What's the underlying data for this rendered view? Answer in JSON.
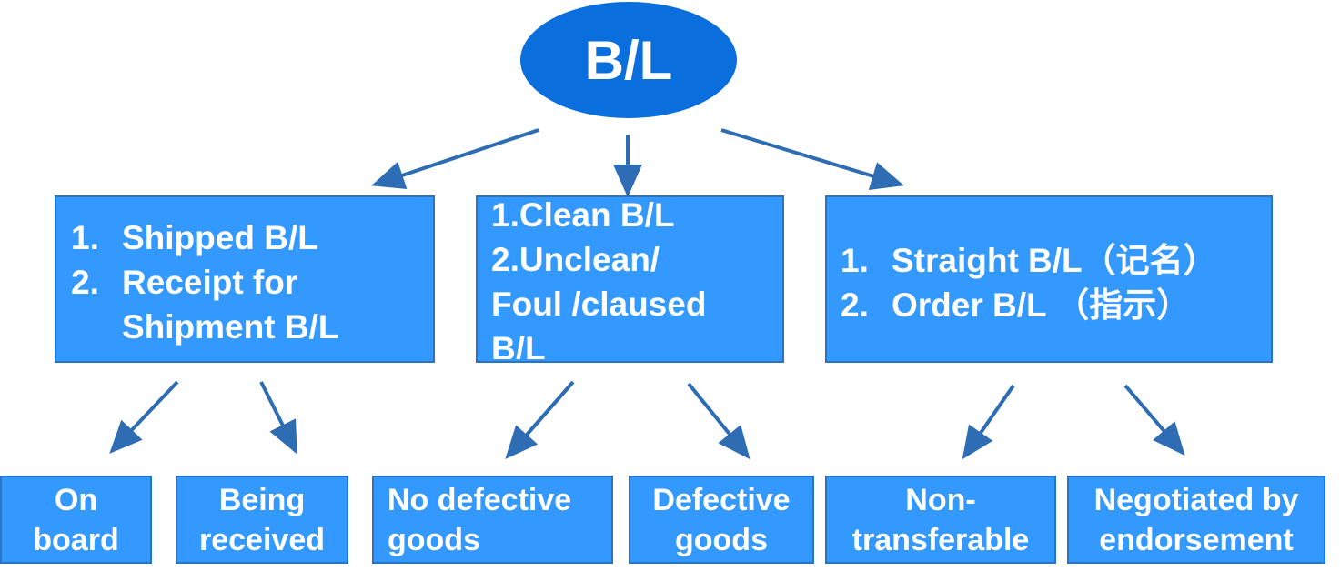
{
  "root": {
    "label": "B/L"
  },
  "categories": [
    {
      "items": [
        {
          "num": "1.",
          "text": "Shipped B/L"
        },
        {
          "num": "2.",
          "text": "Receipt for Shipment B/L"
        }
      ]
    },
    {
      "lines": [
        "1.Clean B/L",
        "2.Unclean/",
        "Foul /claused",
        "B/L"
      ]
    },
    {
      "items": [
        {
          "num": "1.",
          "text": "Straight B/L（记名）"
        },
        {
          "num": "2.",
          "text": "Order B/L （指示）"
        }
      ]
    }
  ],
  "leaves": [
    {
      "lines": [
        "On",
        "board"
      ]
    },
    {
      "lines": [
        "Being",
        "received"
      ]
    },
    {
      "lines": [
        "No defective",
        "goods"
      ]
    },
    {
      "lines": [
        "Defective",
        "goods"
      ]
    },
    {
      "lines": [
        "Non-",
        "transferable"
      ]
    },
    {
      "lines": [
        "Negotiated by",
        "endorsement"
      ]
    }
  ],
  "colors": {
    "root": "#0a6fdc",
    "box": "#3399ff",
    "border": "#2b74c4",
    "arrow": "#2e6db4",
    "text": "#ffffff"
  }
}
